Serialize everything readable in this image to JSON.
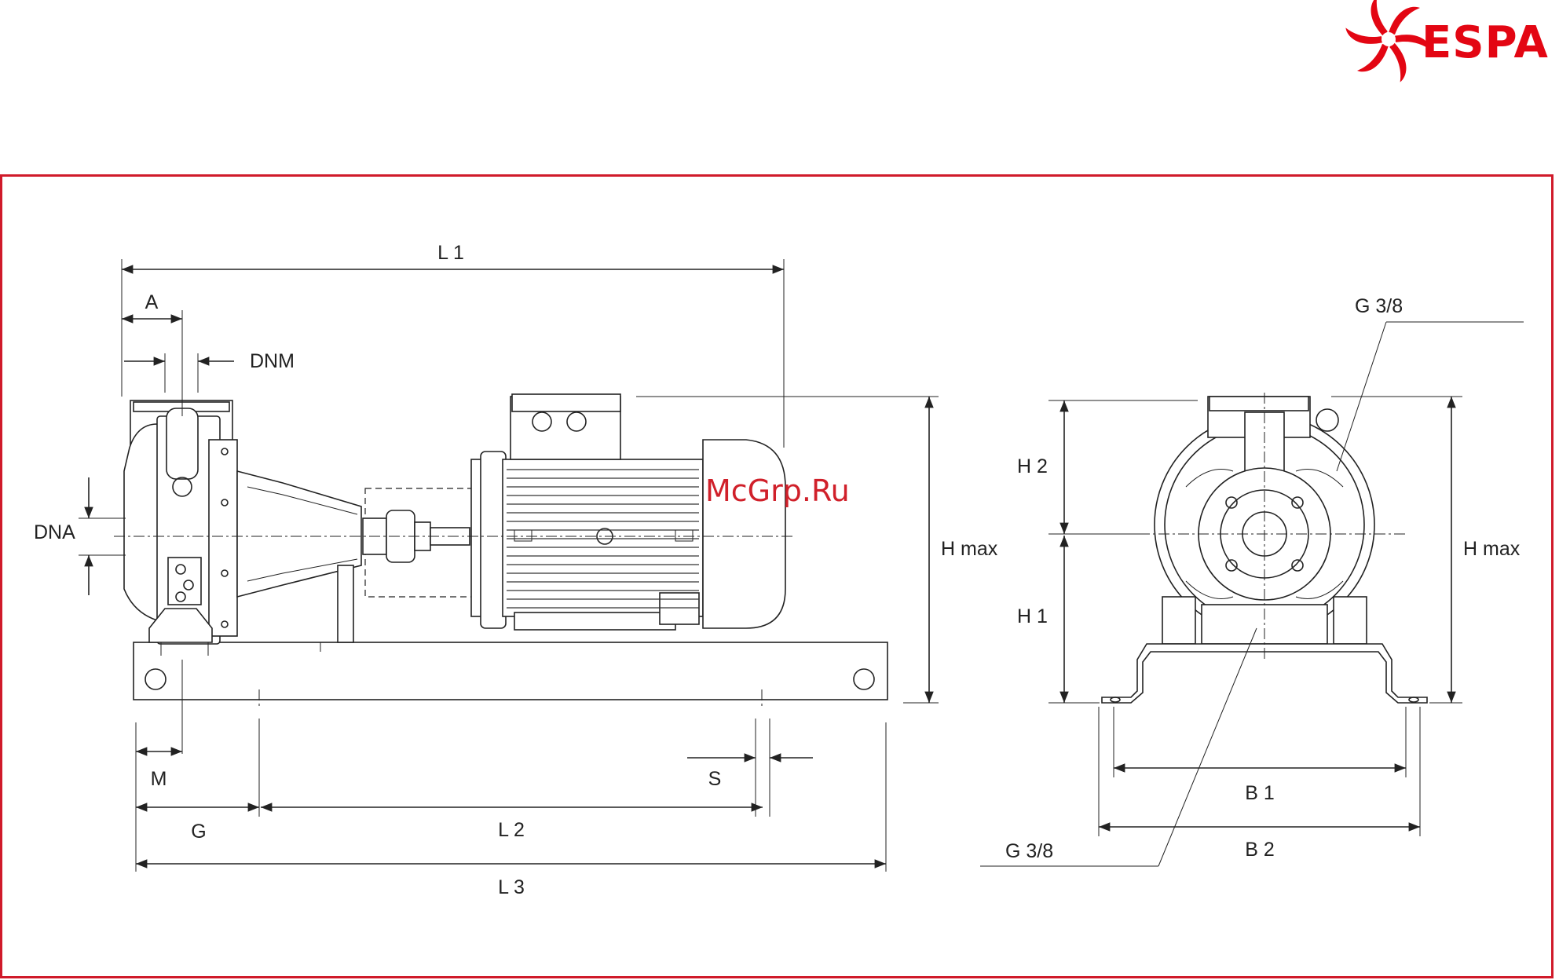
{
  "logo": {
    "text": "ESPA",
    "color": "#e30613",
    "icon": "espa-turbine-logo-icon"
  },
  "frame": {
    "border_color": "#d01a2a"
  },
  "watermark": "McGrp.Ru",
  "side_view": {
    "L1": "L 1",
    "A": "A",
    "DNM": "DNM",
    "DNA": "DNA",
    "Hmax": "H max",
    "M": "M",
    "S": "S",
    "G": "G",
    "L2": "L 2",
    "L3": "L 3"
  },
  "front_view": {
    "G38_top": "G 3/8",
    "H2": "H 2",
    "H1": "H 1",
    "Hmax": "H max",
    "B1": "B 1",
    "B2": "B 2",
    "G38_bottom": "G 3/8"
  }
}
